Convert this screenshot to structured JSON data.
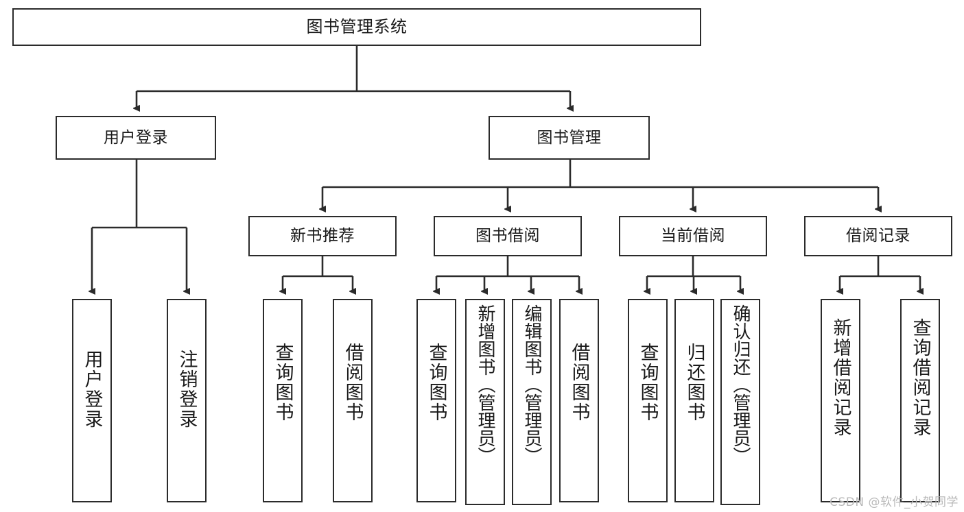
{
  "diagram": {
    "title": "图书管理系统",
    "type": "hierarchy-tree",
    "colors": {
      "box_border": "#2b2b2b",
      "box_fill": "#ffffff",
      "connector": "#2b2b2b",
      "text": "#1a1a1a",
      "watermark": "#b9b9b9"
    },
    "root": {
      "label": "图书管理系统"
    },
    "level2": [
      {
        "label": "用户登录"
      },
      {
        "label": "图书管理"
      }
    ],
    "level3": [
      {
        "label": "新书推荐"
      },
      {
        "label": "图书借阅"
      },
      {
        "label": "当前借阅"
      },
      {
        "label": "借阅记录"
      }
    ],
    "leaves": {
      "user_login": [
        {
          "label": "用户登录"
        },
        {
          "label": "注销登录"
        }
      ],
      "new_book_recommend": [
        {
          "label": "查询图书"
        },
        {
          "label": "借阅图书"
        }
      ],
      "book_borrow": [
        {
          "label": "查询图书"
        },
        {
          "label": "新增图书（管理员）"
        },
        {
          "label": "编辑图书（管理员）"
        },
        {
          "label": "借阅图书"
        }
      ],
      "current_borrow": [
        {
          "label": "查询图书"
        },
        {
          "label": "归还图书"
        },
        {
          "label": "确认归还（管理员）"
        }
      ],
      "borrow_record": [
        {
          "label": "新增借阅记录"
        },
        {
          "label": "查询借阅记录"
        }
      ]
    }
  },
  "watermark": {
    "text": "CSDN @软件_小贺同学"
  }
}
